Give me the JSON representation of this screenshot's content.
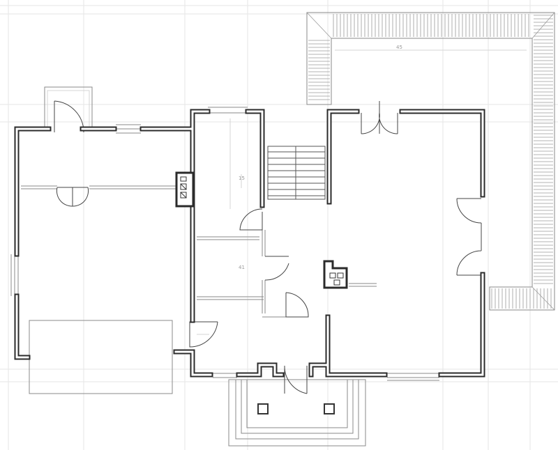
{
  "diagram": {
    "type": "architectural-floor-plan",
    "labels": {
      "terrace_dimension": "45",
      "stair_dimension": "15",
      "hall_dimension": "41"
    }
  }
}
